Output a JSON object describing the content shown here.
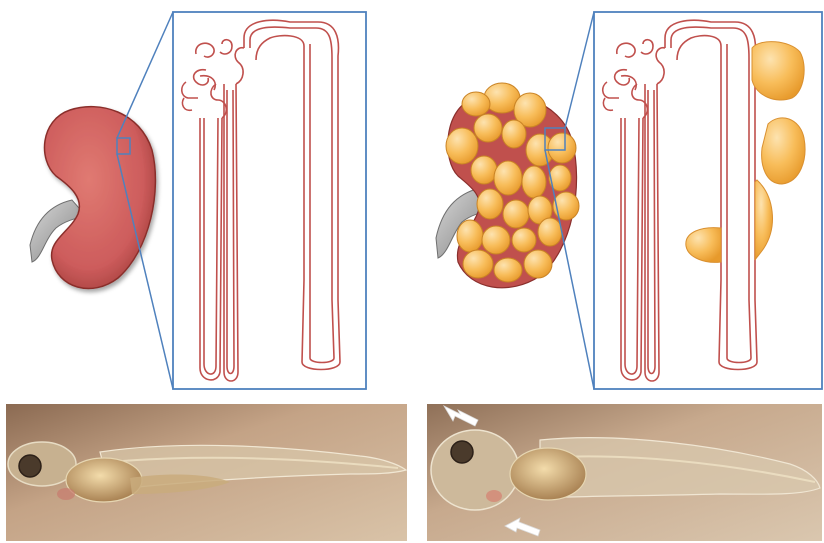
{
  "figure": {
    "left_panel": {
      "kidney": "healthy-kidney",
      "nephron": "normal-nephron"
    },
    "right_panel": {
      "kidney": "cystic-kidney",
      "nephron": "cystic-nephron"
    },
    "photos": {
      "left": "zebrafish-larva-normal",
      "right": "zebrafish-larva-cystic",
      "arrow_count": 2
    },
    "colors": {
      "kidney_red": "#cd5c5c",
      "tubule_red": "#c0504d",
      "cyst_orange": "#f6b450",
      "zoom_line_blue": "#4f81bd",
      "ureter_gray": "#a6a6a6",
      "photo_bg": "#c2a383"
    }
  }
}
